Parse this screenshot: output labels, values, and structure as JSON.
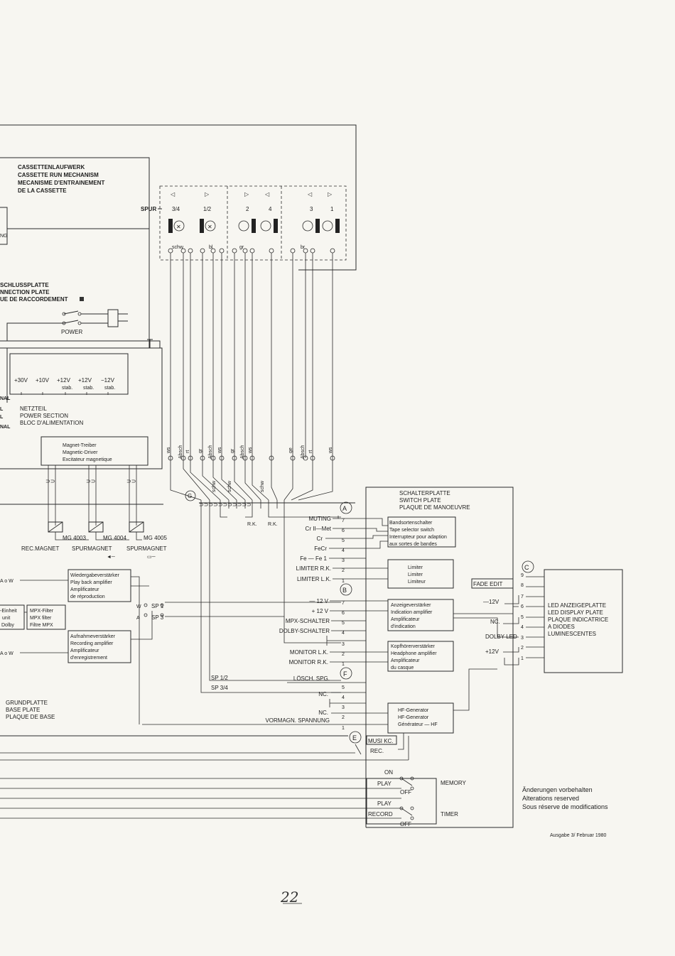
{
  "page_number": "22",
  "edition": "Ausgabe 3/ Februar 1980",
  "changes_reserved": [
    "Änderungen vorbehalten",
    "Alterations reserved",
    "Sous réserve de modifications"
  ],
  "cassette": [
    "CASSETTENLAUFWERK",
    "CASSETTE RUN MECHANISM",
    "MECANISME D'ENTRAINEMENT",
    "DE LA CASSETTE"
  ],
  "spur_label": "SPUR",
  "track_numbers": [
    "3/4",
    "1/2",
    "2",
    "4",
    "3",
    "1"
  ],
  "head_wire_colors": [
    "schw",
    "bl",
    "gr",
    "br"
  ],
  "ng_fragment": "NG",
  "connection_plate": [
    "SCHLUSSPLATTE",
    "NNECTION PLATE",
    "UE DE RACCORDEMENT"
  ],
  "power": "POWER",
  "voltages": [
    "+30V",
    "+10V",
    "+12V",
    "+12V",
    "−12V"
  ],
  "stab": [
    "stab.",
    "stab.",
    "stab."
  ],
  "power_section": [
    "NETZTEIL",
    "POWER SECTION",
    "BLOC D'ALIMENTATION"
  ],
  "left_fragments": [
    "NAL",
    "L",
    "L",
    "NAL"
  ],
  "magnet_driver": [
    "Magnet-Treiber",
    "Magnetic-Driver",
    "Excitateur magnetique"
  ],
  "magnets": [
    "MG 4003",
    "MG 4004",
    "MG 4005"
  ],
  "magnet_labels": [
    "REC.MAGNET",
    "SPURMAGNET",
    "SPURMAGNET"
  ],
  "vertical_wire_labels": [
    "ws",
    "Absch",
    "rt",
    "gr",
    "Absch",
    "ws",
    "gr",
    "Absch",
    "ws",
    "ge",
    "Absch",
    "rt",
    "ws"
  ],
  "bus_wire_labels": [
    "schw",
    "schw",
    "schw"
  ],
  "rk": [
    "R.K.",
    "R.K."
  ],
  "connector_letters": [
    "G",
    "A",
    "B",
    "F",
    "E",
    "C"
  ],
  "switch_plate": [
    "SCHALTERPLATTE",
    "SWITCH PLATE",
    "PLAQUE DE MANOEUVRE"
  ],
  "connector_a": [
    {
      "label": "MUTING",
      "pin": "7"
    },
    {
      "label": "Cr II—Met",
      "pin": "6"
    },
    {
      "label": "Cr",
      "pin": "5"
    },
    {
      "label": "FeCr",
      "pin": "4"
    },
    {
      "label": "Fe — Fe 1",
      "pin": "3"
    },
    {
      "label": "LIMITER R.K.",
      "pin": "2"
    },
    {
      "label": "LIMITER L.K.",
      "pin": "1"
    }
  ],
  "connector_b": [
    {
      "label": "— 12 V",
      "pin": "7"
    },
    {
      "label": "+ 12 V",
      "pin": "6"
    },
    {
      "label": "MPX-SCHALTER",
      "pin": "5"
    },
    {
      "label": "DOLBY-SCHALTER",
      "pin": "4"
    },
    {
      "label": "",
      "pin": "3"
    },
    {
      "label": "MONITOR L.K.",
      "pin": "2"
    },
    {
      "label": "MONITOR R.K.",
      "pin": "1"
    }
  ],
  "connector_f": [
    {
      "label": "LÖSCH. SPG.",
      "pin": "5"
    },
    {
      "label": "NC.",
      "pin": "4"
    },
    {
      "label": "",
      "pin": "3"
    },
    {
      "label": "NC.",
      "pin": "2"
    },
    {
      "label": "VORMAGN. SPANNUNG",
      "pin": "1"
    }
  ],
  "tape_selector": [
    "Bandsortenschalter",
    "Tape selector switch",
    "Interrupteur pour adaption",
    "aux sortes de bandes"
  ],
  "limiter": [
    "Limiter",
    "Limiter",
    "Limiteur"
  ],
  "indication_amp": [
    "Anzeigeverstärker",
    "Indication amplifier",
    "Amplificateur",
    "d'indication"
  ],
  "headphone_amp": [
    "Kopfhörerverstärker",
    "Headphone amplifier",
    "Amplificateur",
    "du casque"
  ],
  "hf_generator": [
    "HF-Generator",
    "HF-Generator",
    "Générateur — HF"
  ],
  "connector_c": [
    {
      "label": "",
      "pin": "9"
    },
    {
      "label": "FADE EDIT",
      "pin": "8"
    },
    {
      "label": "",
      "pin": "7"
    },
    {
      "label": "—12V",
      "pin": "6"
    },
    {
      "label": "NC.",
      "pin": "5"
    },
    {
      "label": "",
      "pin": "4"
    },
    {
      "label": "DOLBY LED",
      "pin": "3"
    },
    {
      "label": "+12V",
      "pin": "2"
    },
    {
      "label": "",
      "pin": "1"
    }
  ],
  "led_plate": [
    "LED ANZEIGEPLATTE",
    "LED DISPLAY PLATE",
    "PLAQUE INDICATRICE",
    "A DIODES",
    "LUMINESCENTES"
  ],
  "playback_amp": [
    "Wiedergabeverstärker",
    "Play back amplifier",
    "Amplificateur",
    "de réproduction"
  ],
  "record_amp": [
    "Aufnahmeverstärker",
    "Recording amplifier",
    "Amplificateur",
    "d'enregistrement"
  ],
  "mpx_filter": [
    "MPX-Filter",
    "MPX filter",
    "Filtre MPX"
  ],
  "dolby_fragment": [
    "-Einheit",
    "unit",
    "Dolby"
  ],
  "aw_labels": [
    "A o W",
    "A o W"
  ],
  "sp_labels": [
    "SP 1",
    "SP 3",
    "SP 1/2",
    "SP 3/4"
  ],
  "wa_letters": [
    "W",
    "A"
  ],
  "base_plate": [
    "GRUNDPLATTE",
    "BASE PLATE",
    "PLAQUE DE BASE"
  ],
  "music_switches": [
    "MUSI KC.",
    "REC."
  ],
  "timer_switch": [
    "ON",
    "PLAY",
    "OFF",
    "MEMORY",
    "PLAY",
    "RECORD",
    "OFF",
    "TIMER"
  ]
}
